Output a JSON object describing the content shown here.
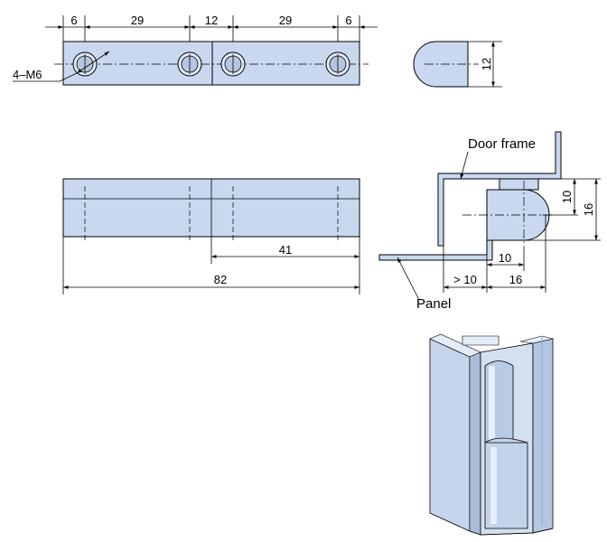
{
  "views": {
    "top": {
      "dims": [
        "6",
        "29",
        "12",
        "29",
        "6"
      ],
      "hole_callout": "4–M6",
      "height": "12"
    },
    "front": {
      "dim_41": "41",
      "dim_82": "82"
    },
    "section": {
      "door_frame": "Door frame",
      "panel": "Panel",
      "dim_10_v": "10",
      "dim_16_v": "16",
      "dim_10_h": "10",
      "dim_gt10": "> 10",
      "dim_16_h": "16"
    }
  },
  "colors": {
    "part_fill": "#c9d8ef",
    "part_light": "#dfe8f6",
    "part_dark": "#a9bcd8",
    "line": "#000000"
  }
}
